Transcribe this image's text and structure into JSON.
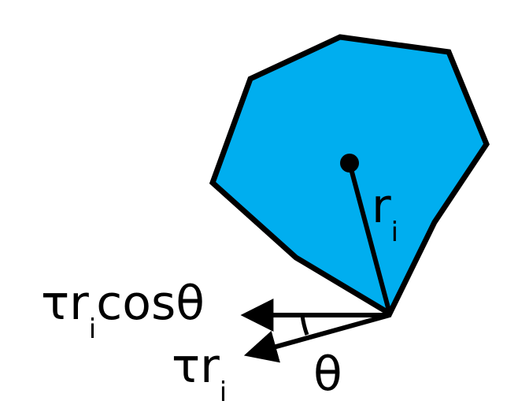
{
  "diagram": {
    "colors": {
      "body_fill": "#00AEEF",
      "stroke": "#000000",
      "background": "#FFFFFF"
    },
    "labels": {
      "radius_main": "r",
      "radius_sub": "i",
      "projected_prefix": "τr",
      "projected_sub": "i",
      "projected_suffix": "cosθ",
      "force_prefix": "τr",
      "force_sub": "i",
      "angle": "θ"
    }
  }
}
